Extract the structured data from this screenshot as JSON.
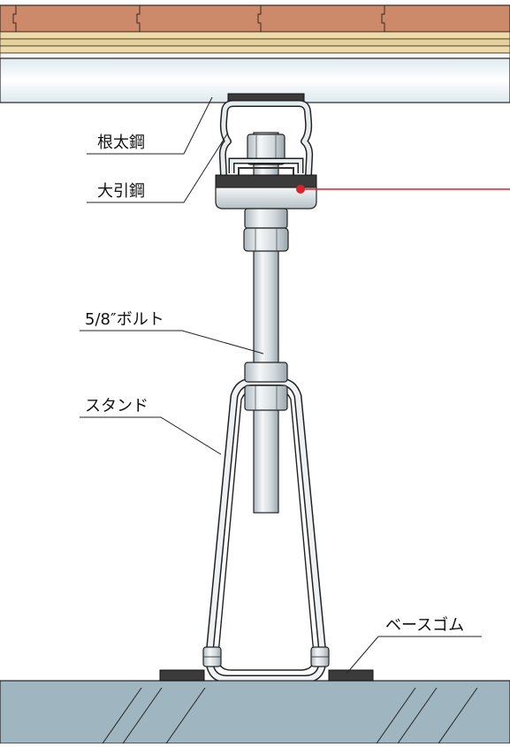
{
  "labels": {
    "joist": "根太鋼",
    "girder": "大引鋼",
    "bolt": "5/8″ボルト",
    "stand": "スタンド",
    "base_rubber": "ベースゴム"
  },
  "colors": {
    "flooring": "#cc8a6a",
    "subfloor_plank": "#e9d9a8",
    "panel": "#e8f1f5",
    "slab": "#9fb6c1",
    "rubber": "#3b3b3b",
    "steel": "#cfd6da",
    "pointer": "#d9232e"
  }
}
